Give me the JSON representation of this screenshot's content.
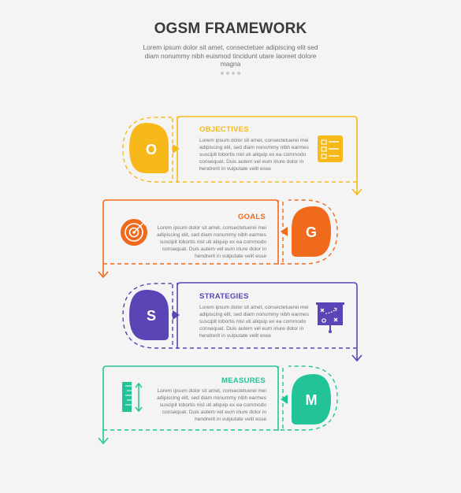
{
  "header": {
    "title": "OGSM FRAMEWORK",
    "subtitle": "Lorem ipsum dolor sit amet, consectetuer adipiscing elit sed diam nonummy nibh euismod tincidunt utare laoreet dolore magna"
  },
  "steps": [
    {
      "letter": "O",
      "title": "OBJECTIVES",
      "body": "Lorem ipsum dolor sit amet, consectetuerei mei adipiscing elit, sed diam nonummy nibh earmes suscipit lobortis nisl uti aliquip ex ea commodo consequat. Duis autem vel eum iriure dolor in hendrerit in vulputate velit esse",
      "icon": "checklist-icon",
      "color": "#f6b919"
    },
    {
      "letter": "G",
      "title": "GOALS",
      "body": "Lorem ipsum dolor sit amet, consectetuerei mei adipiscing elit, sed diam nonummy nibh earmes suscipit lobortis nisl uti aliquip ex ea commodo consequat. Duis autem vel eum iriure dolor in hendrerit in vulputate velit esse",
      "icon": "target-icon",
      "color": "#f06a1c"
    },
    {
      "letter": "S",
      "title": "STRATEGIES",
      "body": "Lorem ipsum dolor sit amet, consectetuerei mei adipiscing elit, sed diam nonummy nibh earmes suscipit lobortis nisl uti aliquip ex ea commodo consequat. Duis autem vel eum iriure dolor in hendrerit in vulputate velit esse",
      "icon": "strategy-board-icon",
      "color": "#5b44b5"
    },
    {
      "letter": "M",
      "title": "MEASURES",
      "body": "Lorem ipsum dolor sit amet, consectetuerei mei adipiscing elit, sed diam nonummy nibh earmes suscipit lobortis nisl uti aliquip ex ea commodo consequat. Duis autem vel eum iriure dolor in hendrerit in vulputate velit esse",
      "icon": "ruler-icon",
      "color": "#22c497"
    }
  ]
}
